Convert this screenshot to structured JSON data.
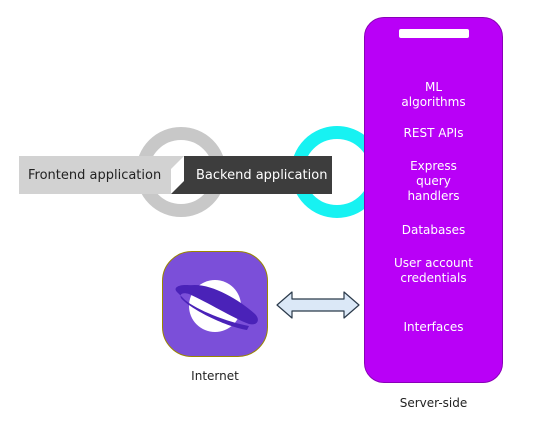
{
  "diagram": {
    "frontend_label": "Frontend application",
    "backend_label": "Backend application",
    "internet_label": "Internet",
    "server_label": "Server-side",
    "server_items": [
      "ML algorithms",
      "REST APIs",
      "Express query handlers",
      "Databases",
      "User account credentials",
      "Interfaces"
    ]
  },
  "colors": {
    "server_fill": "#b900f7",
    "gray_ring": "#c8c8c8",
    "cyan_ring": "#17f2f2",
    "frontend_box": "#d2d2d2",
    "backend_box": "#3d3d3d",
    "internet_icon": "#7b4fd9",
    "arrow_fill": "#dbe8f7"
  },
  "icons": {
    "internet": "planet-icon",
    "connection": "double-arrow-icon"
  }
}
